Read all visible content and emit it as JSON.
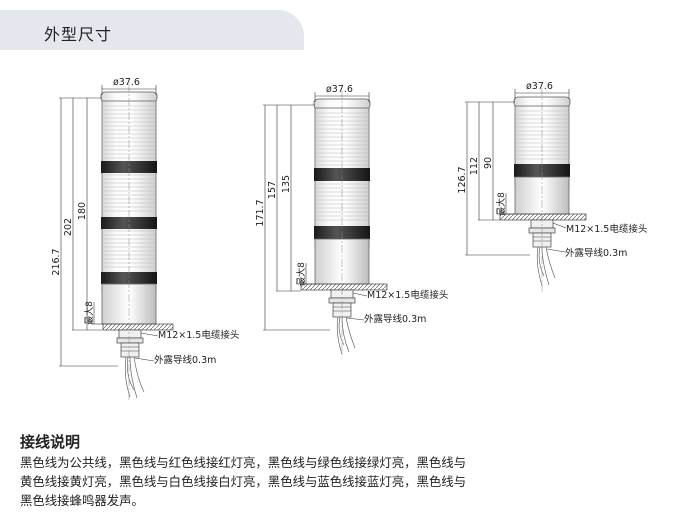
{
  "header": {
    "title": "外型尺寸"
  },
  "drawings": [
    {
      "diameter": "ø37.6",
      "dims": [
        "216.7",
        "202",
        "180"
      ],
      "max_label": "最大8",
      "connector_label": "M12×1.5电缆接头",
      "lead_label": "外露导线0.3m"
    },
    {
      "diameter": "ø37.6",
      "dims": [
        "171.7",
        "157",
        "135"
      ],
      "max_label": "最大8",
      "connector_label": "M12×1.5电缆接头",
      "lead_label": "外露导线0.3m"
    },
    {
      "diameter": "ø37.6",
      "dims": [
        "126.7",
        "112",
        "90"
      ],
      "max_label": "最大8",
      "connector_label": "M12×1.5电缆接头",
      "lead_label": "外露导线0.3m"
    }
  ],
  "wiring": {
    "title": "接线说明",
    "lines": [
      "黑色线为公共线，黑色线与红色线接红灯亮，黑色线与绿色线接绿灯亮，黑色线与",
      "黄色线接黄灯亮，黑色线与白色线接白灯亮，黑色线与蓝色线接蓝灯亮，黑色线与",
      "黑色线接蜂鸣器发声。"
    ]
  },
  "colors": {
    "tab_bg": "#e4e8ee",
    "line": "#333333",
    "band": "#2a2a2a"
  }
}
